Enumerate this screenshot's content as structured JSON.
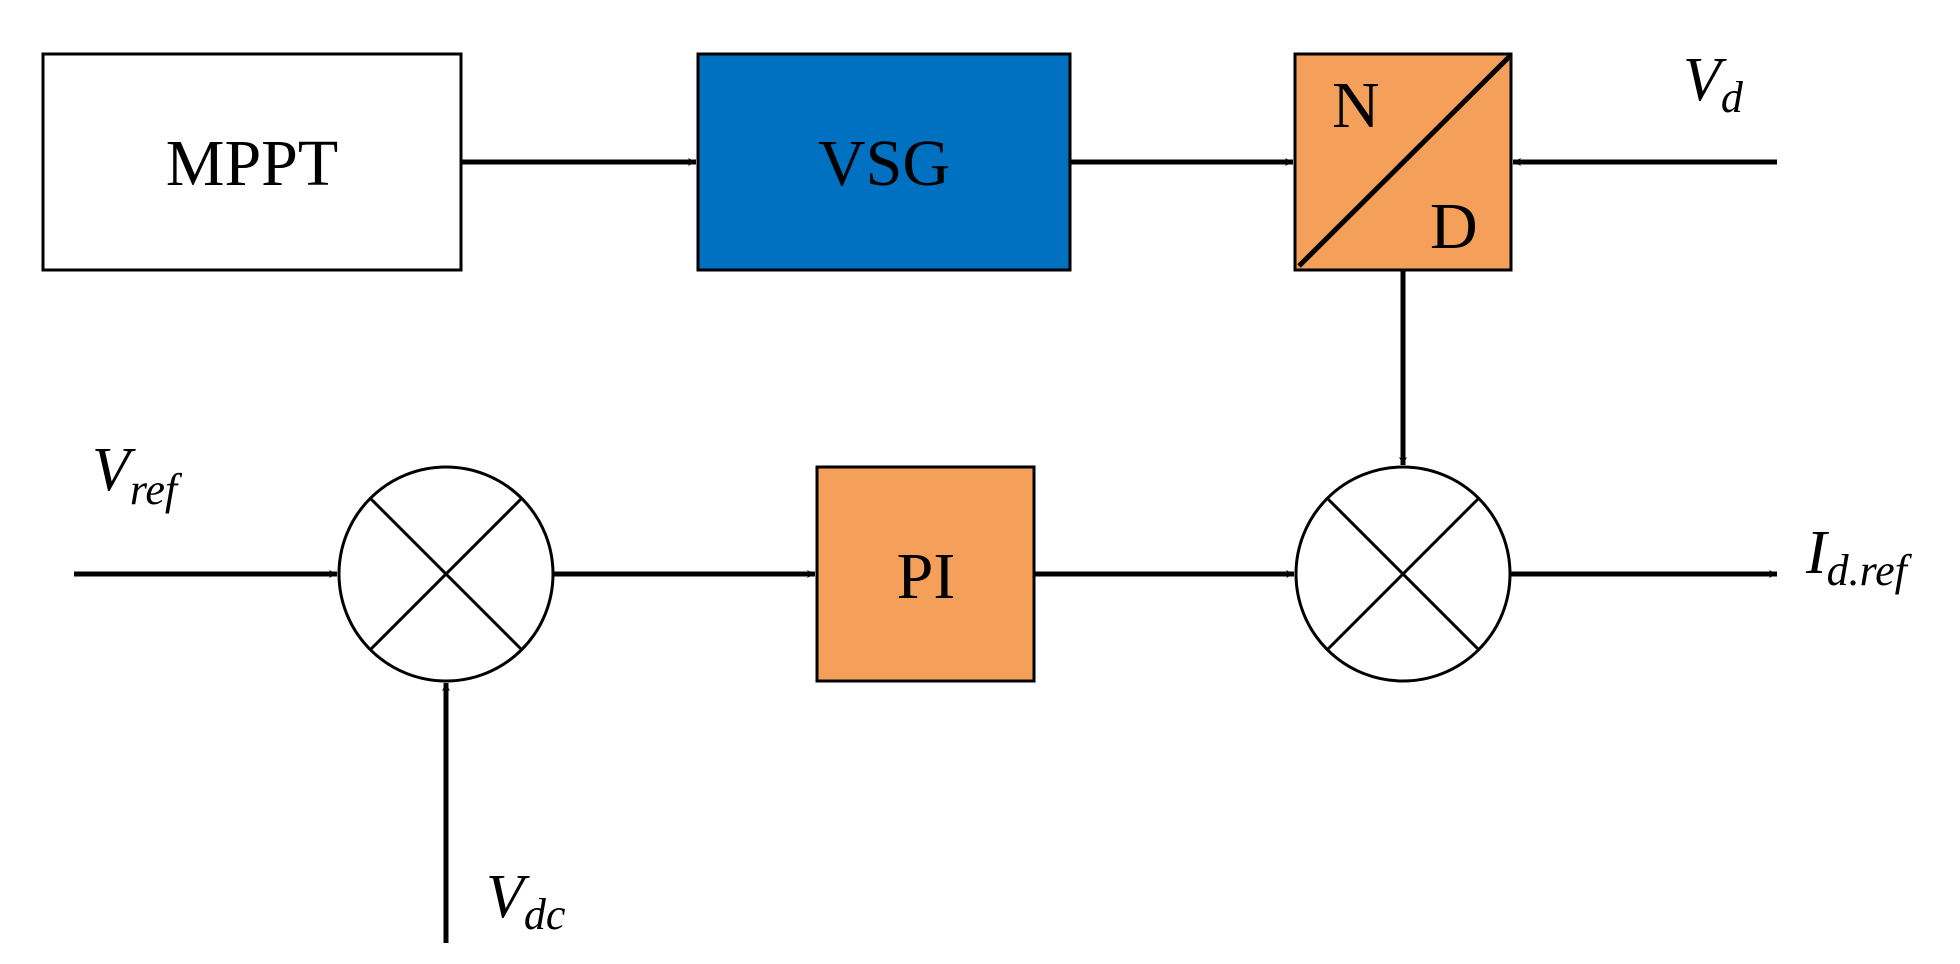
{
  "blocks": {
    "mppt": {
      "label": "MPPT",
      "fill": "#ffffff"
    },
    "vsg": {
      "label": "VSG",
      "fill": "#0070c0"
    },
    "divider": {
      "numerator": "N",
      "denominator": "D",
      "fill": "#f4a05a"
    },
    "pi": {
      "label": "PI",
      "fill": "#f4a05a"
    }
  },
  "signals": {
    "vd": {
      "main": "V",
      "sub": "d"
    },
    "vref": {
      "main": "V",
      "sub": "ref"
    },
    "vdc": {
      "main": "V",
      "sub": "dc"
    },
    "idref": {
      "main": "I",
      "sub": "d.ref"
    }
  }
}
